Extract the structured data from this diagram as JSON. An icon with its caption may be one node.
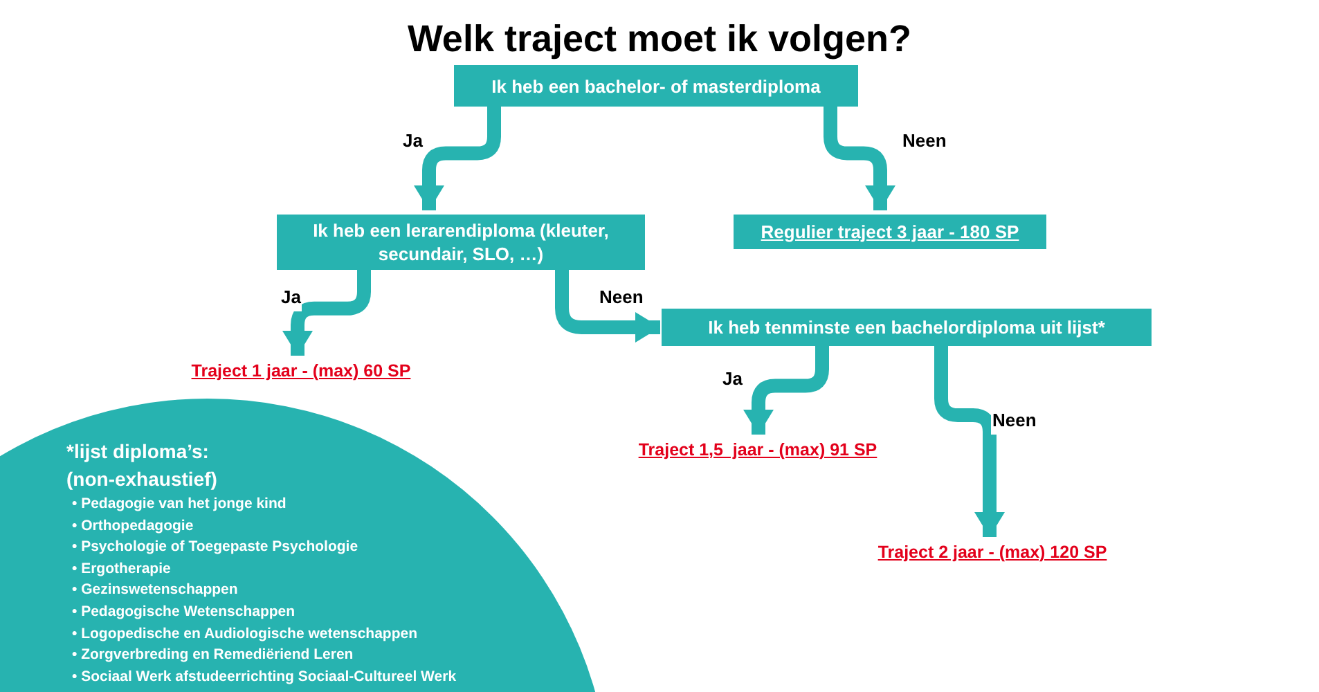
{
  "diagram": {
    "title": "Welk traject moet ik volgen?",
    "nodes": [
      {
        "text": [
          "Ik heb een bachelor- of masterdiploma"
        ]
      },
      {
        "text": [
          "Ik heb een lerarendiploma (kleuter, secundair, SLO, …)"
        ]
      },
      {
        "text": [
          "Regulier traject 3 jaar - 180 SP"
        ]
      },
      {
        "text": [
          "Ik heb tenminste een bachelordiploma uit lijst*"
        ]
      },
      {
        "text": [
          "Traject 1 jaar - (max) 60 SP"
        ]
      },
      {
        "text": [
          "Traject 1,5  jaar - (max) 91 SP"
        ]
      },
      {
        "text": [
          "Traject 2 jaar - (max) 120 SP"
        ]
      },
      {
        "text": [
          "*lijst diploma’s:",
          "(non-exhaustief)",
          "• Pedagogie van het jonge kind",
          "• Orthopedagogie",
          "• Psychologie of Toegepaste Psychologie",
          "• Ergotherapie",
          "• Gezinswetenschappen",
          "• Pedagogische Wetenschappen",
          "• Logopedische en Audiologische wetenschappen",
          "• Zorgverbreding en Remediëriend Leren",
          "• Sociaal Werk afstudeerrichting Sociaal-Cultureel Werk"
        ]
      }
    ],
    "edges": [
      {
        "from": 0,
        "to": 1,
        "arrow": "to",
        "label": "Ja"
      },
      {
        "from": 0,
        "to": 2,
        "arrow": "to",
        "label": "Neen"
      },
      {
        "from": 1,
        "to": 4,
        "arrow": "to",
        "label": "Ja"
      },
      {
        "from": 1,
        "to": 3,
        "arrow": "to",
        "label": "Neen"
      },
      {
        "from": 3,
        "to": 5,
        "arrow": "to",
        "label": "Ja"
      },
      {
        "from": 3,
        "to": 6,
        "arrow": "to",
        "label": "Neen"
      }
    ]
  }
}
